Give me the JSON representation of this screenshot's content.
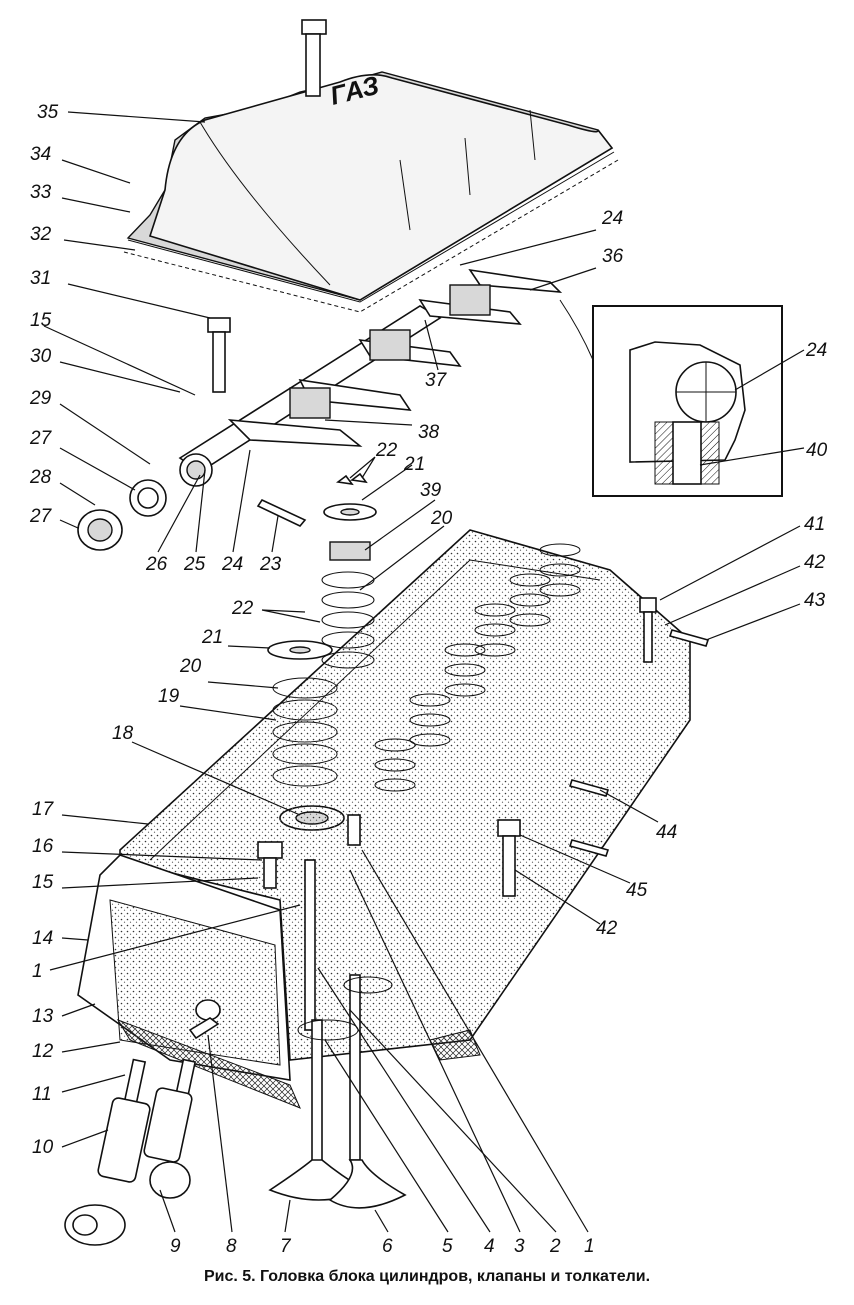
{
  "caption": "Рис. 5. Головка блока цилиндров, клапаны и толкатели.",
  "cover_logo": "ГАЗ",
  "callouts": [
    "1",
    "2",
    "3",
    "4",
    "5",
    "6",
    "7",
    "8",
    "9",
    "10",
    "11",
    "12",
    "13",
    "14",
    "15",
    "16",
    "17",
    "18",
    "19",
    "20",
    "21",
    "22",
    "23",
    "24",
    "25",
    "26",
    "27",
    "28",
    "29",
    "30",
    "31",
    "32",
    "33",
    "34",
    "35",
    "36",
    "37",
    "38",
    "39",
    "40",
    "41",
    "42",
    "43",
    "44",
    "45"
  ],
  "inset": {
    "callouts": [
      "24",
      "40"
    ]
  }
}
